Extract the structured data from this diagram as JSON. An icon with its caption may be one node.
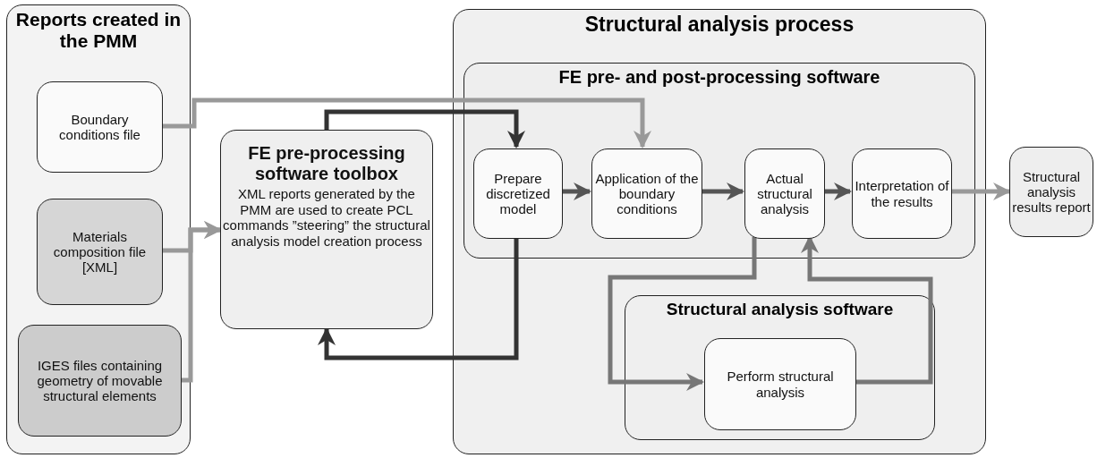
{
  "diagram": {
    "nodes": [
      {
        "text": [
          "Reports created in the PMM"
        ]
      },
      {
        "text": [
          "Boundary conditions file"
        ],
        "in": 0
      },
      {
        "text": [
          "Materials composition file [XML]"
        ],
        "in": 0
      },
      {
        "text": [
          "IGES files containing geometry of movable structural elements"
        ],
        "in": 0
      },
      {
        "text": [
          "FE pre-processing software toolbox",
          "XML reports generated by the PMM are used to create PCL commands ”steering” the structural analysis model creation process"
        ]
      },
      {
        "text": [
          "Structural analysis process"
        ]
      },
      {
        "text": [
          "FE pre- and post-processing software"
        ],
        "in": 5
      },
      {
        "text": [
          "Prepare discretized model"
        ],
        "in": 6
      },
      {
        "text": [
          "Application of the boundary conditions"
        ],
        "in": 6
      },
      {
        "text": [
          "Actual structural analysis"
        ],
        "in": 6
      },
      {
        "text": [
          "Interpretation of the results"
        ],
        "in": 6
      },
      {
        "text": [
          "Structural analysis results report"
        ]
      },
      {
        "text": [
          "Structural analysis software"
        ],
        "in": 5
      },
      {
        "text": [
          "Perform structural analysis"
        ],
        "in": 12
      }
    ],
    "edges": [
      {
        "from": 1,
        "to": 8,
        "arrow": "to",
        "color": "#999999"
      },
      {
        "from": 2,
        "to": 4,
        "arrow": "to",
        "color": "#999999"
      },
      {
        "from": 3,
        "to": 4,
        "arrow": "to",
        "color": "#999999"
      },
      {
        "from": 4,
        "to": 7,
        "arrow": "to",
        "color": "#333333"
      },
      {
        "from": 7,
        "to": 4,
        "arrow": "to",
        "color": "#333333"
      },
      {
        "from": 7,
        "to": 8,
        "arrow": "to"
      },
      {
        "from": 8,
        "to": 9,
        "arrow": "to"
      },
      {
        "from": 9,
        "to": 10,
        "arrow": "to"
      },
      {
        "from": 10,
        "to": 11,
        "arrow": "to",
        "color": "#999999"
      },
      {
        "from": 9,
        "to": 13,
        "arrow": "to",
        "color": "#777777"
      },
      {
        "from": 13,
        "to": 9,
        "arrow": "to",
        "color": "#777777"
      }
    ]
  }
}
